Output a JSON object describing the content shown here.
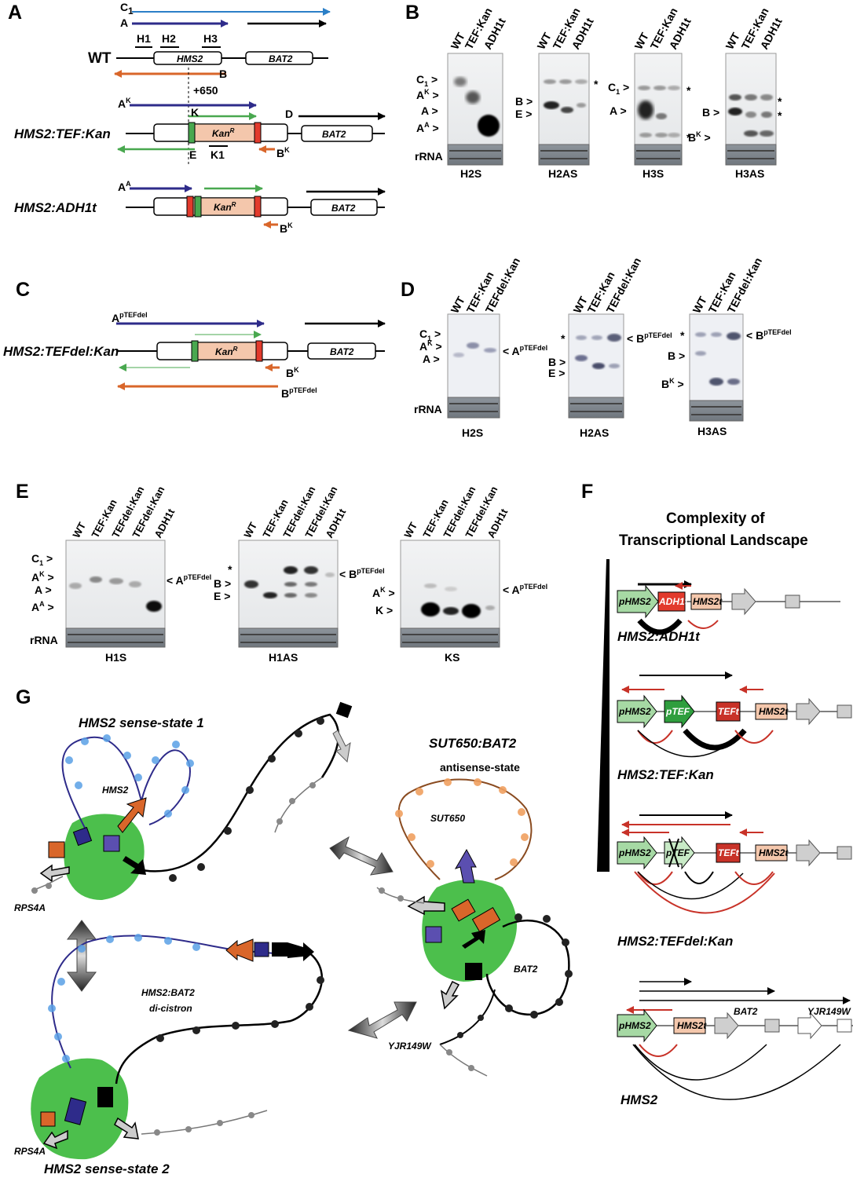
{
  "panels": {
    "A": "A",
    "B": "B",
    "C": "C",
    "D": "D",
    "E": "E",
    "F": "F",
    "G": "G"
  },
  "panel_a": {
    "transcripts": [
      "C",
      "1",
      "A",
      "B",
      "+650",
      "K",
      "D",
      "E",
      "K1",
      "A",
      "K",
      "B",
      "K",
      "A",
      "A",
      "B",
      "K"
    ],
    "probes": [
      "H1",
      "H2",
      "H3"
    ],
    "wt_label": "WT",
    "genes": [
      "HMS2",
      "BAT2",
      "Kan",
      "R"
    ],
    "constructs": [
      "HMS2:TEF:Kan",
      "HMS2:ADH1t"
    ]
  },
  "panel_b": {
    "lanes": [
      "WT",
      "TEF:Kan",
      "ADH1t"
    ],
    "rrna": "rRNA",
    "blots": [
      "H2S",
      "H2AS",
      "H3S",
      "H3AS"
    ],
    "bands": [
      "C",
      "1",
      "A",
      "K",
      "A",
      "A",
      "A",
      "B",
      "E",
      "C",
      "1",
      "A",
      "B",
      "B",
      "K",
      "*"
    ]
  },
  "panel_c": {
    "construct": "HMS2:TEFdel:Kan",
    "transcripts": [
      "A",
      "pTEFdel",
      "B",
      "K",
      "B",
      "pTEFdel"
    ]
  },
  "panel_d": {
    "lanes": [
      "WT",
      "TEF:Kan",
      "TEFdel:Kan"
    ],
    "blots": [
      "H2S",
      "H2AS",
      "H3AS"
    ],
    "bands": [
      "C",
      "1",
      "A",
      "K",
      "A",
      "A",
      "pTEFdel",
      "B",
      "E",
      "B",
      "pTEFdel",
      "B",
      "B",
      "K",
      "B",
      "pTEFdel"
    ]
  },
  "panel_e": {
    "lanes_h1": [
      "WT",
      "TEF:Kan",
      "TEFdel:Kan",
      "TEFdel:Kan",
      "ADH1t"
    ],
    "blots": [
      "H1S",
      "H1AS",
      "KS"
    ],
    "bands": [
      "C",
      "1",
      "A",
      "K",
      "A",
      "A",
      "A",
      "A",
      "pTEFdel",
      "B",
      "E",
      "B",
      "pTEFdel",
      "A",
      "K",
      "K",
      "A",
      "pTEFdel"
    ]
  },
  "panel_f": {
    "title_1": "Complexity of",
    "title_2": "Transcriptional Landscape",
    "rows": [
      "HMS2:ADH1t",
      "HMS2:TEF:Kan",
      "HMS2:TEFdel:Kan",
      "HMS2"
    ],
    "box_labels": [
      "pHMS2",
      "ADH1t",
      "HMS2t",
      "pTEF",
      "TEFt",
      "BAT2",
      "YJR149W"
    ]
  },
  "panel_g": {
    "labels": [
      "HMS2 sense-state 1",
      "HMS2",
      "RPS4A",
      "HMS2:BAT2",
      "di-cistron",
      "RPS4A",
      "HMS2 sense-state 2",
      "SUT650:BAT2",
      "antisense-state",
      "SUT650",
      "BAT2",
      "YJR149W"
    ]
  },
  "colors": {
    "blue": "#2e2b8a",
    "orange": "#d9662a",
    "green": "#49a84f",
    "red": "#e23a2c",
    "salmon": "#f4c7ac",
    "cyan": "#2b7fc7",
    "panel_green": "#4cbf4c",
    "nucleo_blue": "#5aa0e6",
    "nucleo_orange": "#f0a060",
    "f_red": "#c83228"
  }
}
